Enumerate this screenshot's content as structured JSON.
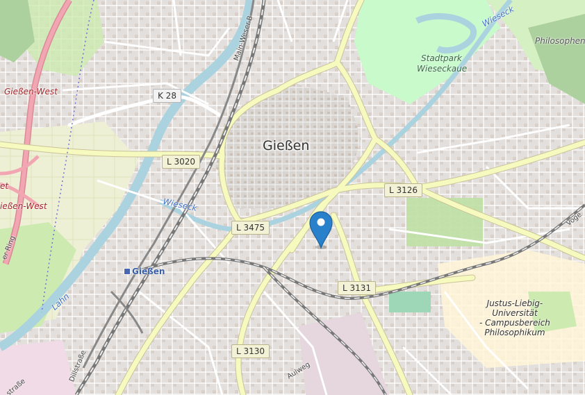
{
  "map": {
    "city_label": "Gießen",
    "road_shields": [
      {
        "id": "k28",
        "text": "K 28",
        "kind": "k"
      },
      {
        "id": "l3020",
        "text": "L 3020",
        "kind": "l"
      },
      {
        "id": "l3126",
        "text": "L 3126",
        "kind": "l"
      },
      {
        "id": "l3475",
        "text": "L 3475",
        "kind": "l"
      },
      {
        "id": "l3131",
        "text": "L 3131",
        "kind": "l"
      },
      {
        "id": "l3130",
        "text": "L 3130",
        "kind": "l"
      }
    ],
    "district_labels": {
      "giessen_west_top": "Gießen-West",
      "giessen_west_left": "ießen-West",
      "et": "et"
    },
    "water_labels": {
      "wieseck_top": "Wieseck",
      "wieseck_mid": "Wieseck",
      "lahn": "Lahn"
    },
    "park_labels": {
      "stadtpark_1": "Stadtpark",
      "stadtpark_2": "Wieseckaue",
      "philosophen": "Philosophen"
    },
    "university_lines": [
      "Justus-Liebig-",
      "Universität",
      "- Campusbereich",
      "Philosophikum"
    ],
    "street_labels": {
      "main_weser": "Main-Weser-B",
      "dillstrasse": "Dillstraße",
      "aulweg": "Aulweg",
      "strasse": "straße",
      "ring": "er Ring",
      "voge": "Voge"
    },
    "station_label": "Gießen",
    "marker_icon": "map-pin-icon",
    "colors": {
      "land": "#f2efe9",
      "residential": "#e0dfdf",
      "park": "#c8facc",
      "forest": "#add19e",
      "water": "#aad3df",
      "major_road": "#f7fabf",
      "motorway": "#e892a2",
      "rail": "#707070",
      "marker": "#2a81cb"
    }
  }
}
